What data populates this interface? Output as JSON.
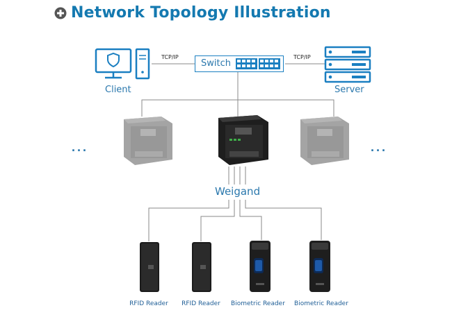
{
  "title": "Network Topology Illustration",
  "title_icon": "plus-circle-icon",
  "colors": {
    "title": "#1479b0",
    "line": "#8a8a8a",
    "label": "#2b78ad",
    "controller_dark": "#2c2c2c",
    "controller_faded": "#8c8c8c"
  },
  "client": {
    "label": "Client",
    "icon": "computer-icon"
  },
  "switch": {
    "label": "Switch",
    "icon": "switch-ports-icon"
  },
  "server": {
    "label": "Server",
    "icon": "server-rack-icon"
  },
  "links": {
    "client_switch": "TCP/IP",
    "switch_server": "TCP/IP"
  },
  "controllers": [
    {
      "name": "controller-left",
      "state": "faded"
    },
    {
      "name": "controller-center",
      "state": "active"
    },
    {
      "name": "controller-right",
      "state": "faded"
    }
  ],
  "ellipsis": "...",
  "protocol": "Weigand",
  "readers": [
    {
      "label": "RFID Reader",
      "type": "rfid"
    },
    {
      "label": "RFID Reader",
      "type": "rfid"
    },
    {
      "label": "Biometric Reader",
      "type": "biometric"
    },
    {
      "label": "Biometric Reader",
      "type": "biometric"
    }
  ]
}
